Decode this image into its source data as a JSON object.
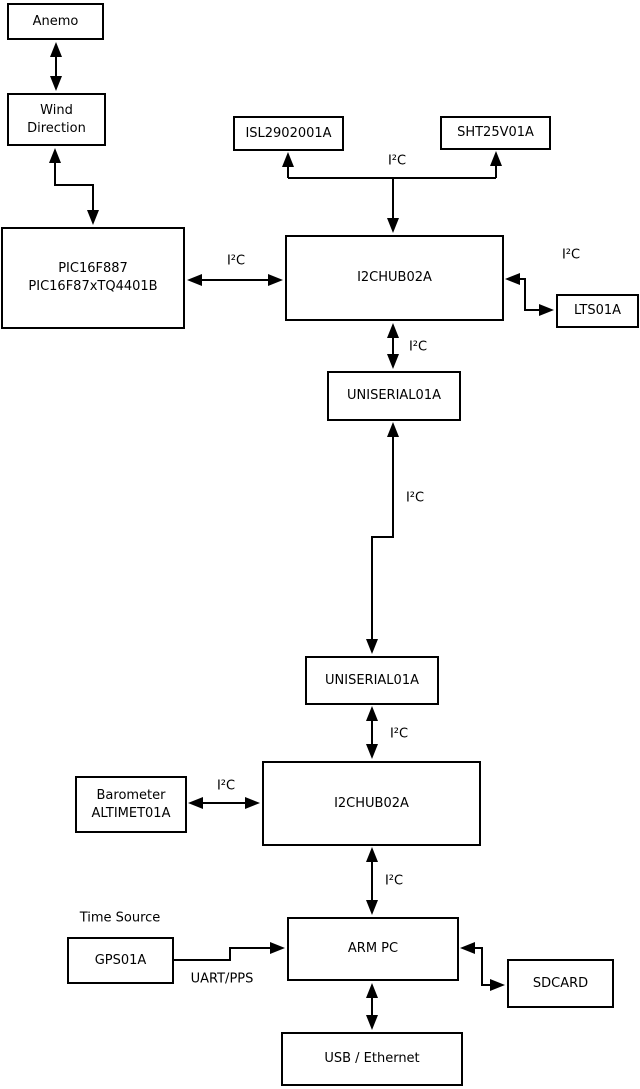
{
  "diagram": {
    "background_color": "#ffffff",
    "line_color": "#000000",
    "nodes": {
      "anemo": {
        "label": "Anemo"
      },
      "wind_direction": {
        "line1": "Wind",
        "line2": "Direction"
      },
      "pic": {
        "line1": "PIC16F887",
        "line2": "PIC16F87xTQ4401B"
      },
      "isl": {
        "label": "ISL2902001A"
      },
      "sht": {
        "label": "SHT25V01A"
      },
      "i2chub_top": {
        "label": "I2CHUB02A"
      },
      "lts": {
        "label": "LTS01A"
      },
      "uniserial_top": {
        "label": "UNISERIAL01A"
      },
      "uniserial_bottom": {
        "label": "UNISERIAL01A"
      },
      "i2chub_bottom": {
        "label": "I2CHUB02A"
      },
      "barometer": {
        "line1": "Barometer",
        "line2": "ALTIMET01A"
      },
      "gps": {
        "label": "GPS01A"
      },
      "arm_pc": {
        "label": "ARM PC"
      },
      "sdcard": {
        "label": "SDCARD"
      },
      "usb_ethernet": {
        "label": "USB / Ethernet"
      }
    },
    "labels": {
      "i2c": "I²C",
      "time_source": "Time Source",
      "uart_pps": "UART/PPS"
    }
  }
}
